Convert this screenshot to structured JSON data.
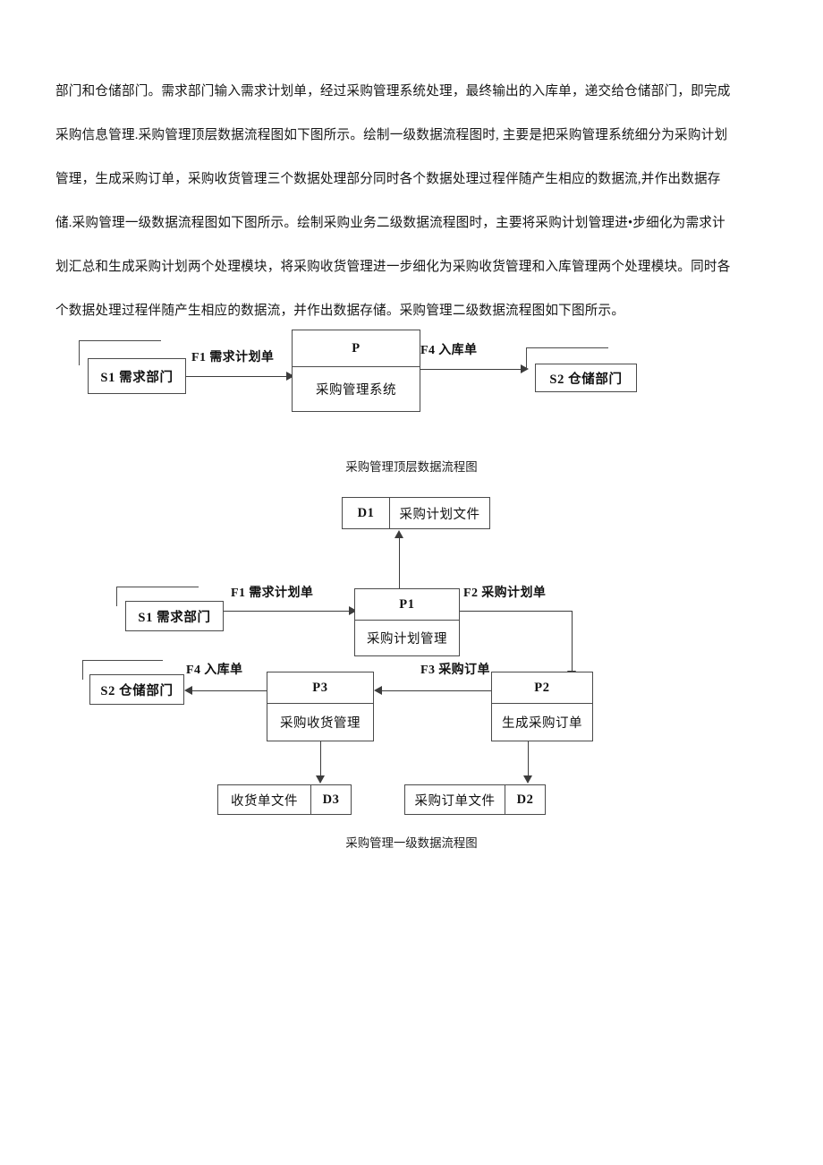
{
  "document": {
    "paragraph_lines": [
      "部门和仓储部门。需求部门输入需求计划单，经过采购管理系统处理，最终输出的入库单，递交给仓储部门，即完成",
      "采购信息管理.采购管理顶层数据流程图如下图所示。绘制一级数据流程图时, 主要是把采购管理系统细分为采购计划",
      "管理，生成采购订单，采购收货管理三个数据处理部分同时各个数据处理过程伴随产生相应的数据流,并作出数据存",
      "储.采购管理一级数据流程图如下图所示。绘制采购业务二级数据流程图时，主要将采购计划管理进•步细化为需求计",
      "划汇总和生成采购计划两个处理模块，将采购收货管理进一步细化为采购收货管理和入库管理两个处理模块。同时各",
      "个数据处理过程伴随产生相应的数据流，并作出数据存储。采购管理二级数据流程图如下图所示。"
    ]
  },
  "figure_top": {
    "caption": "采购管理顶层数据流程图",
    "entities": [
      {
        "id": "S1",
        "label": "S1 需求部门"
      },
      {
        "id": "S2",
        "label": "S2 仓储部门"
      }
    ],
    "process": {
      "id": "P",
      "name": "采购管理系统"
    },
    "flows": [
      {
        "id": "F1",
        "label": "F1 需求计划单"
      },
      {
        "id": "F4",
        "label": "F4 入库单"
      }
    ]
  },
  "figure_level1": {
    "caption": "采购管理一级数据流程图",
    "entities": [
      {
        "id": "S1",
        "label": "S1 需求部门"
      },
      {
        "id": "S2",
        "label": "S2 仓储部门"
      }
    ],
    "processes": [
      {
        "id": "P1",
        "name": "采购计划管理"
      },
      {
        "id": "P2",
        "name": "生成采购订单"
      },
      {
        "id": "P3",
        "name": "采购收货管理"
      }
    ],
    "stores": [
      {
        "id": "D1",
        "label": "采购计划文件",
        "order": "id-first"
      },
      {
        "id": "D3",
        "label": "收货单文件",
        "order": "label-first"
      },
      {
        "id": "D2",
        "label": "采购订单文件",
        "order": "label-first"
      }
    ],
    "flows": [
      {
        "id": "F1",
        "label": "F1 需求计划单"
      },
      {
        "id": "F2",
        "label": "F2 采购计划单"
      },
      {
        "id": "F3",
        "label": "F3 采购订单"
      },
      {
        "id": "F4",
        "label": "F4 入库单"
      }
    ]
  },
  "colors": {
    "stroke": "#4a4a4a",
    "flow_stroke": "#3c3c3c",
    "text": "#111111",
    "background": "#ffffff"
  }
}
